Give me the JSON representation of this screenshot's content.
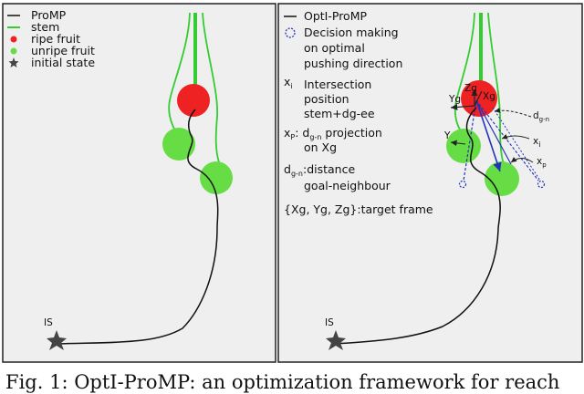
{
  "left_panel": {
    "legend": {
      "promp": "ProMP",
      "stem": "stem",
      "ripe_fruit": "ripe fruit",
      "unripe_fruit": "unripe fruit",
      "initial_state": "initial state"
    },
    "is_label": "IS"
  },
  "right_panel": {
    "legend": {
      "opti_promp": "OptI-ProMP",
      "decision_line1": "Decision making",
      "decision_line2": "on optimal",
      "decision_line3": "pushing direction",
      "xi_symbol": "x",
      "xi_sub": "i",
      "xi_line1": "Intersection",
      "xi_line2": "position",
      "xi_line3": "stem+dg-ee",
      "xp_symbol": "x",
      "xp_sub": "P",
      "xp_line1_a": ": d",
      "xp_line1_sub": "g-n",
      "xp_line1_b": " projection",
      "xp_line2": "on Xg",
      "dgn_symbol": "d",
      "dgn_sub": "g-n",
      "dgn_line1": ":distance",
      "dgn_line2": "goal-neighbour",
      "frame": "{Xg, Yg, Zg}:target frame"
    },
    "annotations": {
      "zg": "Zg",
      "yg": "Yg",
      "xg": "Xg",
      "dgn": "d",
      "dgn_sub": "g-n",
      "xi": "x",
      "xi_sub": "i",
      "xp": "x",
      "xp_sub": "p",
      "y": "Y"
    },
    "is_label": "IS"
  },
  "caption": "Fig. 1: OptI-ProMP: an optimization framework for reach",
  "colors": {
    "stem": "#33cc33",
    "ripe_fruit": "#ee2222",
    "unripe_fruit": "#66dd44",
    "trajectory": "#111111",
    "panel_bg": "#efefef",
    "arrow_blue": "#2233bb"
  }
}
